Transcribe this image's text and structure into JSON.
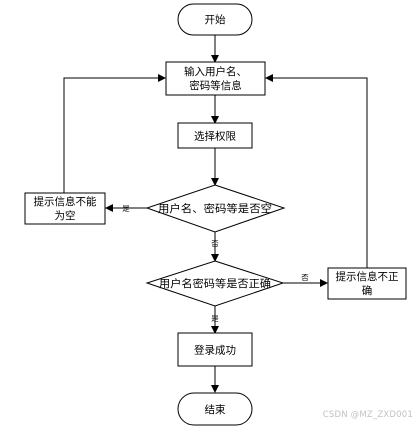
{
  "nodes": {
    "start": "开始",
    "input": [
      "输入用户名、",
      "密码等信息"
    ],
    "select": "选择权限",
    "check_empty": "用户名、密码等是否空",
    "empty_warning": [
      "提示信息不能",
      "为空"
    ],
    "check_correct": "用户名密码等是否正确",
    "incorrect_warning": [
      "提示信息不正",
      "确"
    ],
    "success": "登录成功",
    "end": "结束"
  },
  "edge_labels": {
    "empty_yes": "是",
    "empty_no": "否",
    "correct_no": "否",
    "correct_yes": "是"
  },
  "watermark": "CSDN @MZ_ZXD001"
}
